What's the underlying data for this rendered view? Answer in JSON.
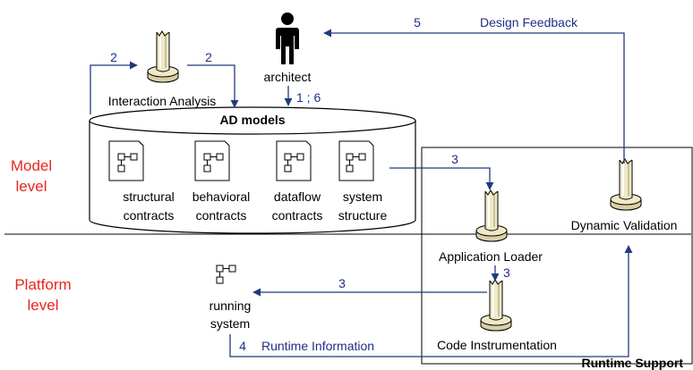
{
  "levels": {
    "model": [
      "Model",
      "level"
    ],
    "platform": [
      "Platform",
      "level"
    ]
  },
  "actors": {
    "architect": "architect"
  },
  "tools": {
    "interaction_analysis": "Interaction Analysis",
    "application_loader": "Application Loader",
    "code_instrumentation": "Code Instrumentation",
    "dynamic_validation": "Dynamic Validation"
  },
  "repository": {
    "title": "AD models",
    "models": [
      {
        "line1": "structural",
        "line2": "contracts"
      },
      {
        "line1": "behavioral",
        "line2": "contracts"
      },
      {
        "line1": "dataflow",
        "line2": "contracts"
      },
      {
        "line1": "system",
        "line2": "structure"
      }
    ]
  },
  "running_system": [
    "running",
    "system"
  ],
  "runtime_support": "Runtime Support",
  "edges": {
    "ia_in": "2",
    "ia_out": "2",
    "architect_to_models": "1 ; 6",
    "design_feedback_num": "5",
    "design_feedback_label": "Design Feedback",
    "models_to_loader": "3",
    "loader_to_instr": "3",
    "instr_to_running": "3",
    "runtime_info_num": "4",
    "runtime_info_label": "Runtime Information"
  },
  "colors": {
    "level_text": "#e8261c",
    "arrow": "#1f3b7a",
    "number": "#1f2f86",
    "tool_fill": "#efe9c8"
  }
}
